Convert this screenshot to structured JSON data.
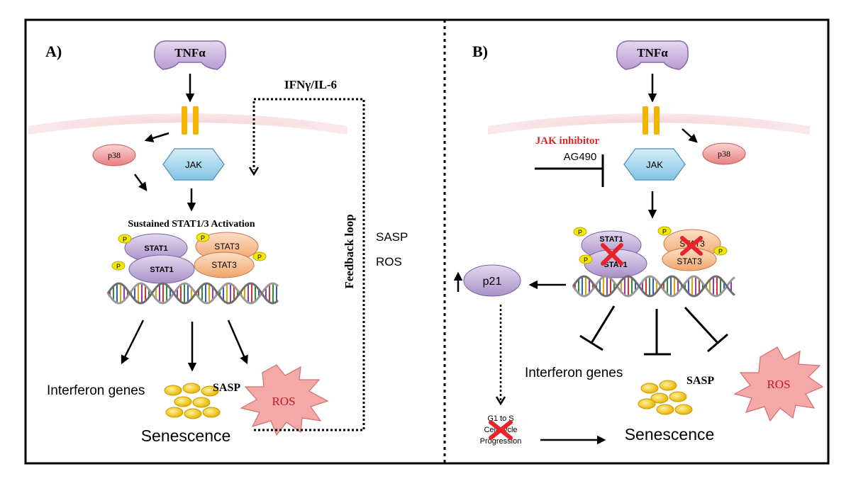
{
  "panel_a": {
    "label": "A)",
    "ligand": "TNFα",
    "kinase_side": "p38",
    "kinase": "JAK",
    "activation_title": "Sustained STAT1/3 Activation",
    "stat_top_left": "STAT1",
    "stat_bottom_left": "STAT1",
    "stat_top_right": "STAT3",
    "stat_bottom_right": "STAT3",
    "phospho": "P",
    "feedback_cytokines": "IFNγ/IL-6",
    "feedback_label": "Feedback loop",
    "sasp_side": "SASP",
    "ros_side": "ROS",
    "output_interferon": "Interferon genes",
    "output_sasp": "SASP",
    "output_ros": "ROS",
    "outcome": "Senescence"
  },
  "panel_b": {
    "label": "B)",
    "ligand": "TNFα",
    "kinase_side": "p38",
    "kinase": "JAK",
    "inhibitor_title": "JAK inhibitor",
    "inhibitor_name": "AG490",
    "stat_top_left": "STAT1",
    "stat_bottom_left": "STAT1",
    "stat_top_right": "STAT3",
    "stat_bottom_right": "STAT3",
    "phospho": "P",
    "p21": "p21",
    "output_interferon": "Interferon genes",
    "output_sasp": "SASP",
    "output_ros": "ROS",
    "cell_cycle_line1": "G1 to S",
    "cell_cycle_line2": "Cell cycle",
    "cell_cycle_line3": "Progression",
    "outcome": "Senescence"
  },
  "colors": {
    "ligand_fill": "#c9b3dd",
    "jak_fill": "#a9d8ee",
    "p38_fill": "#f2a5a5",
    "stat1_fill": "#c6b5dc",
    "stat3_fill": "#f5bf95",
    "phospho_fill": "#f5e800",
    "receptor": "#f2b400",
    "membrane": "#f2cfd0",
    "inhibitor_text": "#d9262c",
    "ros_fill": "#f4a8a8",
    "ros_text": "#c0191e",
    "x_mark": "#e8242a"
  }
}
